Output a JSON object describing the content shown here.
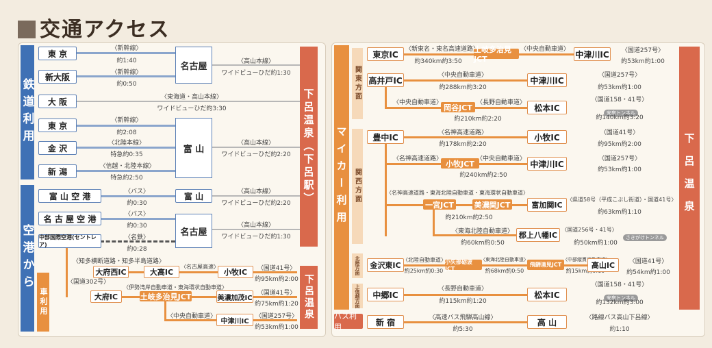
{
  "title": "交通アクセス",
  "left": {
    "band_rail": "鉄道利用",
    "band_air": "空港から",
    "band_car": "車利用",
    "dest_rail": "下呂温泉（下呂駅）",
    "dest_car": "下呂温泉",
    "stations": {
      "tokyo": "東 京",
      "shinosaka": "新大阪",
      "osaka": "大 阪",
      "tokyo2": "東 京",
      "kanazawa": "金 沢",
      "niigata": "新 潟",
      "nagoya": "名古屋",
      "toyama": "富 山"
    },
    "rail_labels": {
      "tokyo_l1": "〈新幹線〉",
      "tokyo_l2": "約1:40",
      "shinosaka_l1": "〈新幹線〉",
      "shinosaka_l2": "約0:50",
      "nagoya_l1": "〈高山本線〉",
      "nagoya_l2": "ワイドビューひだ約1:30",
      "osaka_l1": "〈東海道・高山本線〉",
      "osaka_l2": "ワイドビューひだ約3:30",
      "tokyo2_l1": "〈新幹線〉",
      "tokyo2_l2": "約2:08",
      "kanazawa_l1": "〈北陸本線〉",
      "kanazawa_l2": "特急約0:35",
      "niigata_l1": "〈信越・北陸本線〉",
      "niigata_l2": "特急約2:50",
      "toyama_l1": "〈高山本線〉",
      "toyama_l2": "ワイドビューひだ約2:20"
    },
    "airports": {
      "toyama_ap": "富 山 空 港",
      "nagoya_ap": "名 古 屋 空 港",
      "centrair": "中部国際空港(セントレア)",
      "toyama": "富 山",
      "nagoya": "名古屋"
    },
    "air_labels": {
      "toyama_bus1": "〈バス〉",
      "toyama_bus2": "約0:30",
      "toyama_rail1": "〈高山本線〉",
      "toyama_rail2": "ワイドビューひだ約2:20",
      "nagoya_bus1": "〈バス〉",
      "nagoya_bus2": "約0:30",
      "nagoya_rail1": "〈高山本線〉",
      "nagoya_rail2": "ワイドビューひだ約1:30",
      "meitetsu1": "〈名鉄〉",
      "meitetsu2": "約0:28"
    },
    "car": {
      "chita_label": "〈知多横断道路・知多半島道路〉",
      "route302": "〈国道302号〉",
      "obunishi": "大府西IC",
      "takabari": "大高IC",
      "meishin": "〈名古屋高速〉",
      "komaki": "小牧IC",
      "r41_1": "〈国道41号〉",
      "r41_1t": "約95km約2:00",
      "obu": "大府IC",
      "isewan": "〈伊勢湾岸自動車道・東海環状自動車道〉",
      "tokishi": "土岐多治見JCT",
      "minokamo": "美濃加茂IC",
      "r41_2": "〈国道41号〉",
      "r41_2t": "約75km約1:20",
      "chuo": "〈中央自動車道〉",
      "nakatsugawa": "中津川IC",
      "r257": "〈国道257号〉",
      "r257t": "約53km約1:00"
    }
  },
  "right": {
    "band": "マイカー利用",
    "dest": "下呂温泉",
    "bus_tag": "バス利用",
    "regions": {
      "kanto": "関東方面",
      "kansai": "関西方面",
      "hokuriku": "北陸方面",
      "joetsu": "上信越方面"
    },
    "rows": {
      "r1": {
        "from": "東京IC",
        "l1": "〈新東名・東名高速道路〉",
        "l2": "約340km約3:50",
        "jct": "土岐多治見JCT",
        "l3": "〈中央自動車道〉",
        "to": "中津川IC",
        "n1": "〈国道257号〉",
        "n2": "約53km約1:00"
      },
      "r2": {
        "from": "高井戸IC",
        "l1": "〈中央自動車道〉",
        "l2": "約288km約3:20",
        "to": "中津川IC",
        "n1": "〈国道257号〉",
        "n2": "約53km約1:00"
      },
      "r3": {
        "l1": "〈中央自動車道〉",
        "jct": "岡谷JCT",
        "l3": "〈長野自動車道〉",
        "l2": "約210km約2:20",
        "to": "松本IC",
        "n1": "〈国道158・41号〉",
        "tunnel": "安房トンネル",
        "n2": "約140km約3:20"
      },
      "r4": {
        "from": "豊中IC",
        "l1": "〈名神高速道路〉",
        "l2": "約178km約2:20",
        "to": "小牧IC",
        "n1": "〈国道41号〉",
        "n2": "約95km約2:00"
      },
      "r5": {
        "l1": "〈名神高速道路〉",
        "jct": "小牧JCT",
        "l3": "〈中央自動車道〉",
        "l2": "約240km約2:50",
        "to": "中津川IC",
        "n1": "〈国道257号〉",
        "n2": "約53km約1:00"
      },
      "r6": {
        "l1": "〈名神高速道路・東海北陸自動車道・東海環状自動車道〉",
        "jct1": "一宮JCT",
        "jct2": "美濃関JCT",
        "l2": "約210km約2:50",
        "to": "富加関IC",
        "n1": "〈県道58号（平成こぶし街道）・国道41号〉",
        "n2": "約63km約1:10"
      },
      "r7": {
        "l1": "〈東海北陸自動車道〉",
        "l2": "約60km約0:50",
        "to": "郡上八幡IC",
        "n1": "〈国道256号・41号〉",
        "tunnel": "さきがけトンネル",
        "n2": "約50km約1:00"
      },
      "r8": {
        "from": "金沢東IC",
        "l1": "〈北陸自動車道〉",
        "l2": "約25km約0:30",
        "jct1": "小矢部砺波JCT",
        "l3": "〈東海北陸自動車道〉",
        "l4": "約68km約0:50",
        "jct2": "飛騨清見JCT",
        "l5": "〈中部縦貫自動車道〉",
        "l6": "約15km約0:10",
        "to": "高山IC",
        "n1": "〈国道41号〉",
        "n2": "約54km約1:00"
      },
      "r9": {
        "from": "中郷IC",
        "l1": "〈長野自動車道〉",
        "l2": "約115km約1:20",
        "to": "松本IC",
        "n1": "〈国道158・41号〉",
        "tunnel": "安房トンネル",
        "n2": "約132km約3:00"
      },
      "r10": {
        "from": "新 宿",
        "l1": "〈高速バス飛騨高山線〉",
        "l2": "約5:30",
        "to": "高 山",
        "n1": "〈路線バス高山下呂線〉",
        "n2": "約1:10"
      }
    }
  }
}
